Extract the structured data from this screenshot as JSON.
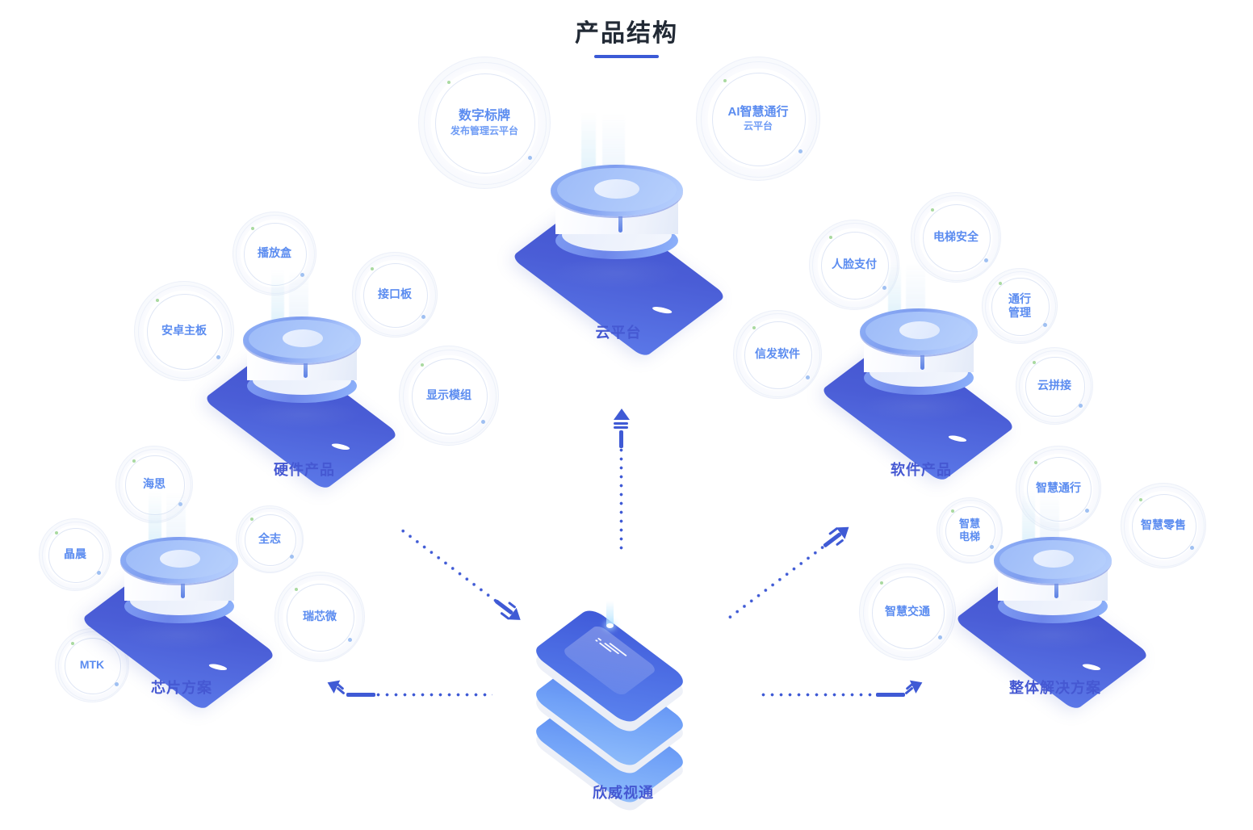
{
  "page": {
    "title": "产品结构",
    "accent_color": "#3b5ad6",
    "node_label_color": "#4558d2",
    "bubble_text_color": "#5b8cf0"
  },
  "center_node": {
    "label": "欣威视通",
    "icon": "server-stack-icon"
  },
  "nodes": [
    {
      "id": "cloud-platform",
      "label": "云平台",
      "icon": "cylinder-device-icon",
      "bubbles": [
        {
          "text": "数字标牌",
          "sub": "发布管理云平台"
        },
        {
          "text": "AI智慧通行",
          "sub": "云平台"
        }
      ]
    },
    {
      "id": "hardware-products",
      "label": "硬件产品",
      "icon": "cylinder-device-icon",
      "bubbles": [
        {
          "text": "播放盒",
          "sub": ""
        },
        {
          "text": "接口板",
          "sub": ""
        },
        {
          "text": "安卓主板",
          "sub": ""
        },
        {
          "text": "显示模组",
          "sub": ""
        }
      ]
    },
    {
      "id": "chip-solutions",
      "label": "芯片方案",
      "icon": "cylinder-device-icon",
      "bubbles": [
        {
          "text": "海思",
          "sub": ""
        },
        {
          "text": "全志",
          "sub": ""
        },
        {
          "text": "晶晨",
          "sub": ""
        },
        {
          "text": "瑞芯微",
          "sub": ""
        },
        {
          "text": "MTK",
          "sub": ""
        }
      ]
    },
    {
      "id": "software-products",
      "label": "软件产品",
      "icon": "cylinder-device-icon",
      "bubbles": [
        {
          "text": "人脸支付",
          "sub": ""
        },
        {
          "text": "电梯安全",
          "sub": ""
        },
        {
          "text": "通行\n管理",
          "sub": ""
        },
        {
          "text": "信发软件",
          "sub": ""
        },
        {
          "text": "云拼接",
          "sub": ""
        }
      ]
    },
    {
      "id": "total-solutions",
      "label": "整体解决方案",
      "icon": "cylinder-device-icon",
      "bubbles": [
        {
          "text": "智慧通行",
          "sub": ""
        },
        {
          "text": "智慧\n电梯",
          "sub": ""
        },
        {
          "text": "智慧零售",
          "sub": ""
        },
        {
          "text": "智慧交通",
          "sub": ""
        }
      ]
    }
  ],
  "connectors": [
    {
      "from": "欣威视通",
      "to": "云平台",
      "style": "dotted-arrow-up"
    },
    {
      "from": "欣威视通",
      "to": "硬件产品",
      "style": "dotted-arrow-up-left"
    },
    {
      "from": "欣威视通",
      "to": "软件产品",
      "style": "dotted-arrow-up-right"
    },
    {
      "from": "欣威视通",
      "to": "芯片方案",
      "style": "dotted-arrow-left"
    },
    {
      "from": "欣威视通",
      "to": "整体解决方案",
      "style": "dotted-arrow-right"
    }
  ]
}
